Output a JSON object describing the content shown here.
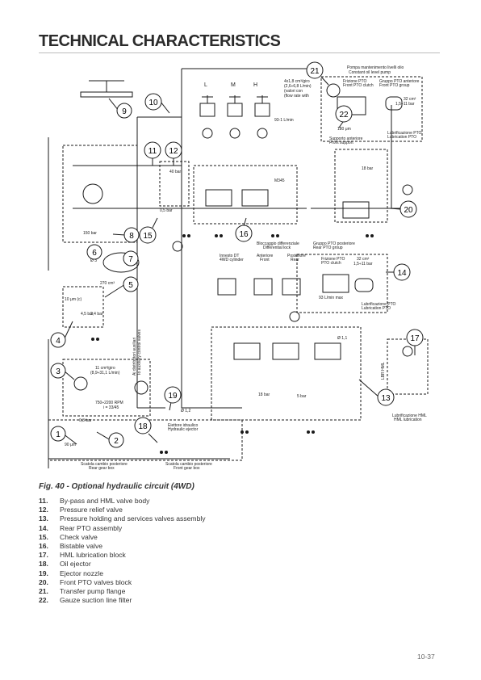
{
  "page": {
    "title": "TECHNICAL CHARACTERISTICS",
    "page_number": "10-37"
  },
  "figure": {
    "caption": "Fig. 40 - Optional hydraulic circuit (4WD)",
    "callouts": [
      "1",
      "2",
      "3",
      "4",
      "5",
      "6",
      "7",
      "8",
      "9",
      "10",
      "11",
      "12",
      "13",
      "14",
      "15",
      "16",
      "17",
      "18",
      "19",
      "20",
      "21",
      "22"
    ],
    "labels": {
      "L": "L",
      "M": "M",
      "H": "H",
      "pump_title": "Pompa mantenimento livelli olio",
      "pump_title_en": "Constant oil level pump",
      "flow1": "4x1,8 cm³/giro",
      "flow2": "(2,6÷6,8 L/min)",
      "flow3": "(valori con",
      "flow4": "(flow rate with",
      "front_pto_clutch_it": "Frizione PTO",
      "front_pto_clutch_en": "Front PTO clutch",
      "front_pto_group_it": "Gruppo PTO anteriore",
      "front_pto_group_en": "Front PTO group",
      "cm2_a": "32 cm²",
      "bar_a": "1,5÷11 bar",
      "lub_pto_a": "Lubrificazione PTO",
      "lub_pto_a_en": "Lubrication PTO",
      "filter_a": "180 μm",
      "front_support_it": "Supporto anteriore",
      "front_support_en": "Front support",
      "bar_18_a": "18 bar",
      "bar_40": "40 bar",
      "bar_05": "0,5 bar",
      "bar_150": "150 bar",
      "m345": "M345",
      "diff_lock_it": "Bloccaggio differenziale",
      "diff_lock_en": "Differential lock",
      "dt_it": "Innesto DT",
      "dt_en": "4WD cylinder",
      "ant_it": "Anteriore",
      "ant_en": "Front",
      "post_it": "Posteriore",
      "post_en": "Rear",
      "rear_pto_it": "Gruppo PTO posteriore",
      "rear_pto_en": "Rear PTO group",
      "rear_clutch_it": "Frizione PTO",
      "rear_clutch_en": "PTO clutch",
      "cm2_b": "32 cm²",
      "bar_b": "1,5÷11 bar",
      "lub_pto_b": "Lubrificazione PTO",
      "lub_pto_b_en": "Lubrication PTO",
      "filter_b": "93 L/min max",
      "small_lmin": "93-1 L/min",
      "d3": "Ø 3",
      "d11": "Ø 1,1",
      "d12": "Ø 1,2",
      "cm3_270": "270 cm³",
      "bar_45": "4,5 bar",
      "bar_24": "2,4 bar",
      "m_10": "10 μm (c)",
      "pump_flow1": "11 cm³/giro",
      "pump_flow2": "(8,9÷31,1 L/min)",
      "rpm": "750÷2200 RPM",
      "ratio": "i = 33/45",
      "to_aux": "Ai distributori ausiliari",
      "to_aux_en": "To auxiliary control valves",
      "bar_18_b": "18 bar",
      "bar_5": "5 bar",
      "hml_lub_it": "Lubrificazione HML",
      "hml_lub_en": "HML lubrication",
      "hml_pump": "LBR HML",
      "suction": "90 μm",
      "bar_03": "0,3 bar",
      "ejector_it": "Eiettore idraulico",
      "ejector_en": "Hydraulic ejector",
      "rear_box_it": "Scatola cambio posteriore",
      "rear_box_en": "Rear gear box",
      "rear_box2_it": "Scatola cambio posteriore",
      "rear_box2_en": "Front gear box"
    }
  },
  "legend": [
    {
      "num": "11.",
      "text": "By-pass and HML valve body"
    },
    {
      "num": "12.",
      "text": "Pressure relief valve"
    },
    {
      "num": "13.",
      "text": "Pressure holding and services valves assembly"
    },
    {
      "num": "14.",
      "text": "Rear PTO assembly"
    },
    {
      "num": "15.",
      "text": "Check valve"
    },
    {
      "num": "16.",
      "text": "Bistable valve"
    },
    {
      "num": "17.",
      "text": "HML lubrication block"
    },
    {
      "num": "18.",
      "text": "Oil ejector"
    },
    {
      "num": "19.",
      "text": "Ejector nozzle"
    },
    {
      "num": "20.",
      "text": "Front PTO valves block"
    },
    {
      "num": "21.",
      "text": "Transfer pump flange"
    },
    {
      "num": "22.",
      "text": "Gauze suction line filter"
    }
  ]
}
